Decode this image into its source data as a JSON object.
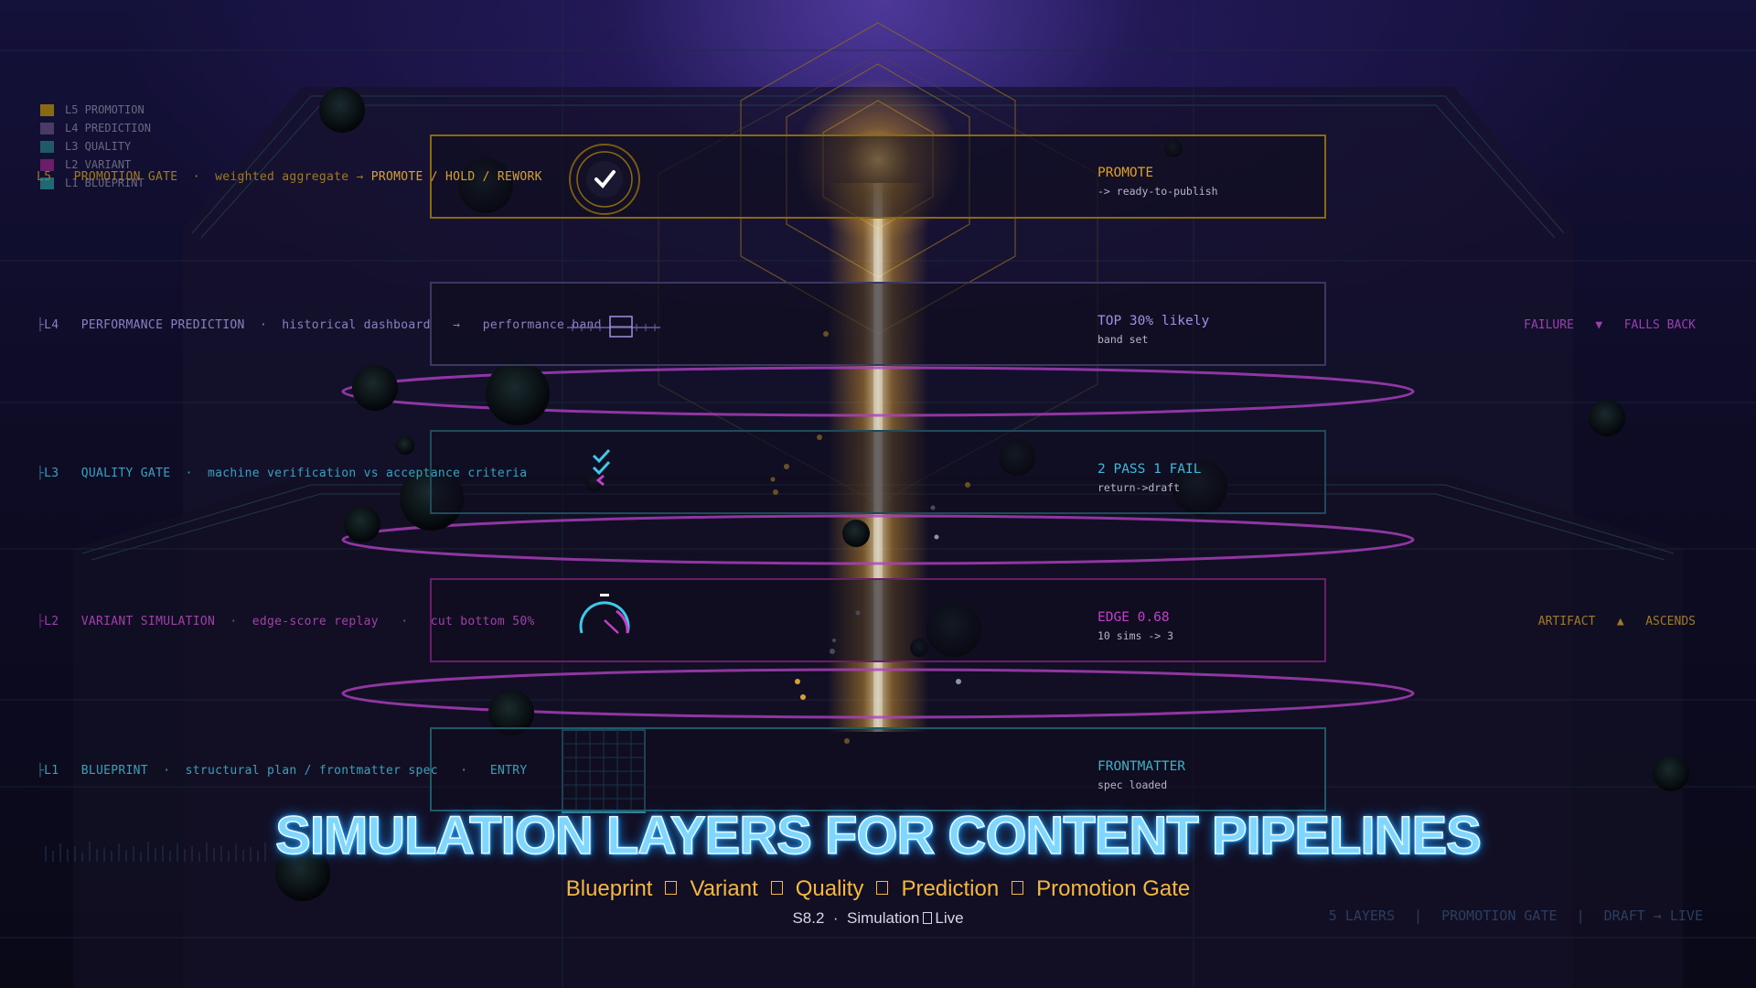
{
  "legend": [
    {
      "label": "L5 PROMOTION",
      "color": "#8a6a10"
    },
    {
      "label": "L4 PREDICTION",
      "color": "#4a3a66"
    },
    {
      "label": "L3 QUALITY",
      "color": "#1e5a6a"
    },
    {
      "label": "L2 VARIANT",
      "color": "#6a1e6a"
    },
    {
      "label": "L1 BLUEPRINT",
      "color": "#1e6a74"
    }
  ],
  "layers": [
    {
      "tag": "L5",
      "name": "PROMOTION GATE",
      "desc": "weighted aggregate",
      "arrow": "→",
      "result": "PROMOTE / HOLD / REWORK",
      "status_title": "PROMOTE",
      "status_sub": "-> ready-to-publish",
      "color": "#e0a020",
      "icon": "check-badge-icon"
    },
    {
      "tag": "L4",
      "name": "PERFORMANCE PREDICTION",
      "desc": "historical dashboard",
      "arrow": "→",
      "result": "performance band",
      "status_title": "TOP 30% likely",
      "status_sub": "band set",
      "color": "#9a8cd8",
      "icon": "band-slider-icon"
    },
    {
      "tag": "L3",
      "name": "QUALITY GATE",
      "desc": "machine verification vs acceptance criteria",
      "status_title": "2 PASS 1 FAIL",
      "status_sub": "return->draft",
      "color": "#4cc8e8",
      "icon": "checklist-icon"
    },
    {
      "tag": "L2",
      "name": "VARIANT SIMULATION",
      "desc": "edge-score replay",
      "arrow": "·",
      "result": "cut bottom 50%",
      "status_title": "EDGE 0.68",
      "status_sub": "10 sims -> 3",
      "color": "#c040c8",
      "icon": "gauge-icon"
    },
    {
      "tag": "L1",
      "name": "BLUEPRINT",
      "desc": "structural plan / frontmatter spec",
      "arrow": "·",
      "result": "ENTRY",
      "status_title": "FRONTMATTER",
      "status_sub": "spec loaded",
      "color": "#40b0c8",
      "icon": "grid-plan-icon"
    }
  ],
  "side": {
    "failure": "FAILURE",
    "failure_arrow": "▼",
    "failure_text": "FALLS BACK",
    "artifact": "ARTIFACT",
    "artifact_arrow": "▲",
    "artifact_text": "ASCENDS"
  },
  "title": "SIMULATION LAYERS FOR CONTENT PIPELINES",
  "subtitle_items": [
    "Blueprint",
    "Variant",
    "Quality",
    "Prediction",
    "Promotion Gate"
  ],
  "footer": {
    "code": "S8.2",
    "dot": "·",
    "left": "Simulation",
    "right": "Live"
  },
  "stats": [
    "5 LAYERS",
    "PROMOTION GATE",
    "DRAFT → LIVE"
  ],
  "stats_sep": "|",
  "colors": {
    "accent_gold": "#e0a020",
    "accent_cyan": "#4cc8e8",
    "accent_magenta": "#c040c8",
    "title_blue": "#7fd6ff"
  }
}
